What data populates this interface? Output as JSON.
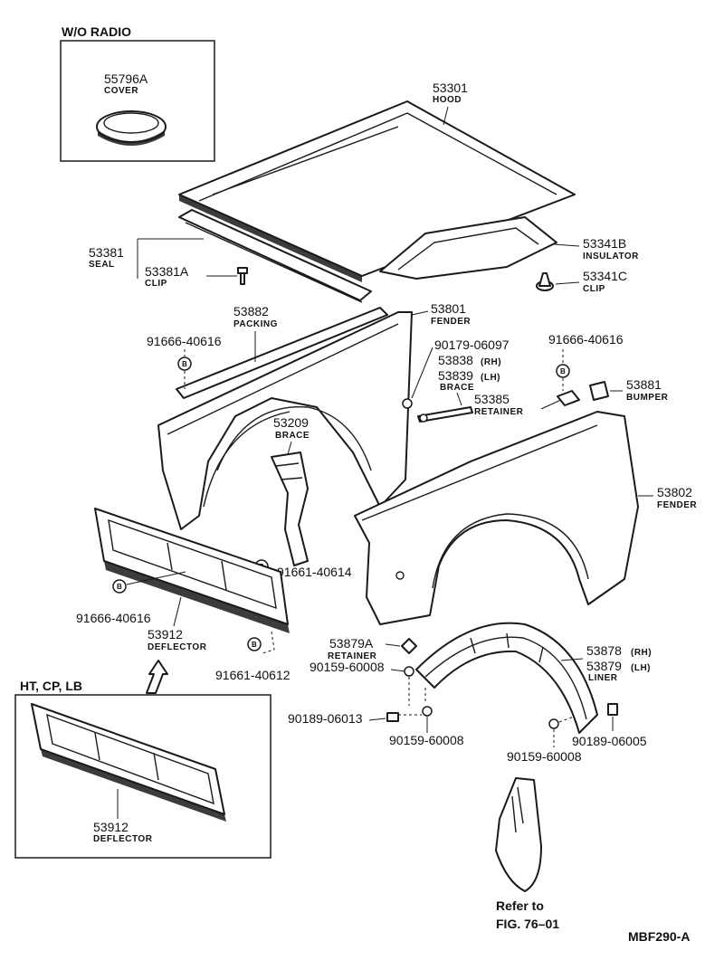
{
  "box_wo_radio": {
    "title": "W/O RADIO",
    "part": "55796A",
    "label": "COVER"
  },
  "box_ht": {
    "title": "HT, CP, LB",
    "part": "53912",
    "label": "DEFLECTOR"
  },
  "callouts": {
    "hood": {
      "part": "53301",
      "label": "HOOD"
    },
    "seal": {
      "part": "53381",
      "label": "SEAL"
    },
    "clip_a": {
      "part": "53381A",
      "label": "CLIP"
    },
    "insulator": {
      "part": "53341B",
      "label": "INSULATOR"
    },
    "clip_c": {
      "part": "53341C",
      "label": "CLIP"
    },
    "packing": {
      "part": "53882",
      "label": "PACKING"
    },
    "bolt_left": {
      "part": "91666-40616"
    },
    "fender_l": {
      "part": "53801",
      "label": "FENDER"
    },
    "bolt_90179": {
      "part": "90179-06097"
    },
    "brace_rh": {
      "part": "53838",
      "suffix": "(RH)"
    },
    "brace_lh": {
      "part": "53839",
      "suffix": "(LH)",
      "label": "BRACE"
    },
    "bolt_right": {
      "part": "91666-40616"
    },
    "bumper": {
      "part": "53881",
      "label": "BUMPER"
    },
    "retainer_53385": {
      "part": "53385",
      "label": "RETAINER"
    },
    "brace_53209": {
      "part": "53209",
      "label": "BRACE"
    },
    "fender_r": {
      "part": "53802",
      "label": "FENDER"
    },
    "bolt_91661_a": {
      "part": "91661-40614"
    },
    "bolt_91666_b": {
      "part": "91666-40616"
    },
    "deflector": {
      "part": "53912",
      "label": "DEFLECTOR"
    },
    "bolt_91661_b": {
      "part": "91661-40612"
    },
    "retainer_53879a": {
      "part": "53879A",
      "label": "RETAINER"
    },
    "nut_60008_a": {
      "part": "90159-60008"
    },
    "liner_rh": {
      "part": "53878",
      "suffix": "(RH)"
    },
    "liner_lh": {
      "part": "53879",
      "suffix": "(LH)",
      "label": "LINER"
    },
    "screw_06013": {
      "part": "90189-06013"
    },
    "nut_60008_b": {
      "part": "90159-60008"
    },
    "nut_60008_c": {
      "part": "90159-60008"
    },
    "screw_06005": {
      "part": "90189-06005"
    }
  },
  "bolt_marker": "B",
  "refer": {
    "line1": "Refer to",
    "line2": "FIG. 76–01"
  },
  "fig_code": "MBF290-A"
}
